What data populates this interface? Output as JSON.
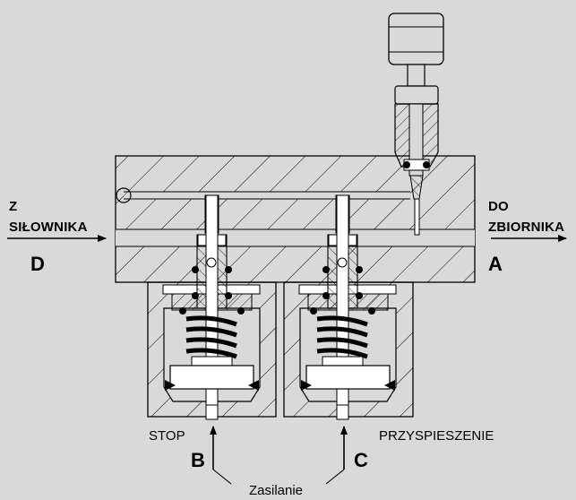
{
  "labels": {
    "left_port_top": "Z",
    "left_port_bottom": "SIŁOWNIKA",
    "left_port_letter": "D",
    "right_port_top": "DO",
    "right_port_bottom": "ZBIORNIKA",
    "right_port_letter": "A",
    "left_valve": "STOP",
    "left_valve_letter": "B",
    "right_valve": "PRZYSPIESZENIE",
    "right_valve_letter": "C",
    "supply": "Zasilanie"
  },
  "colors": {
    "background": "#d9d9d9",
    "line": "#000000",
    "hatch": "#000000",
    "part_fill": "#ffffff"
  }
}
